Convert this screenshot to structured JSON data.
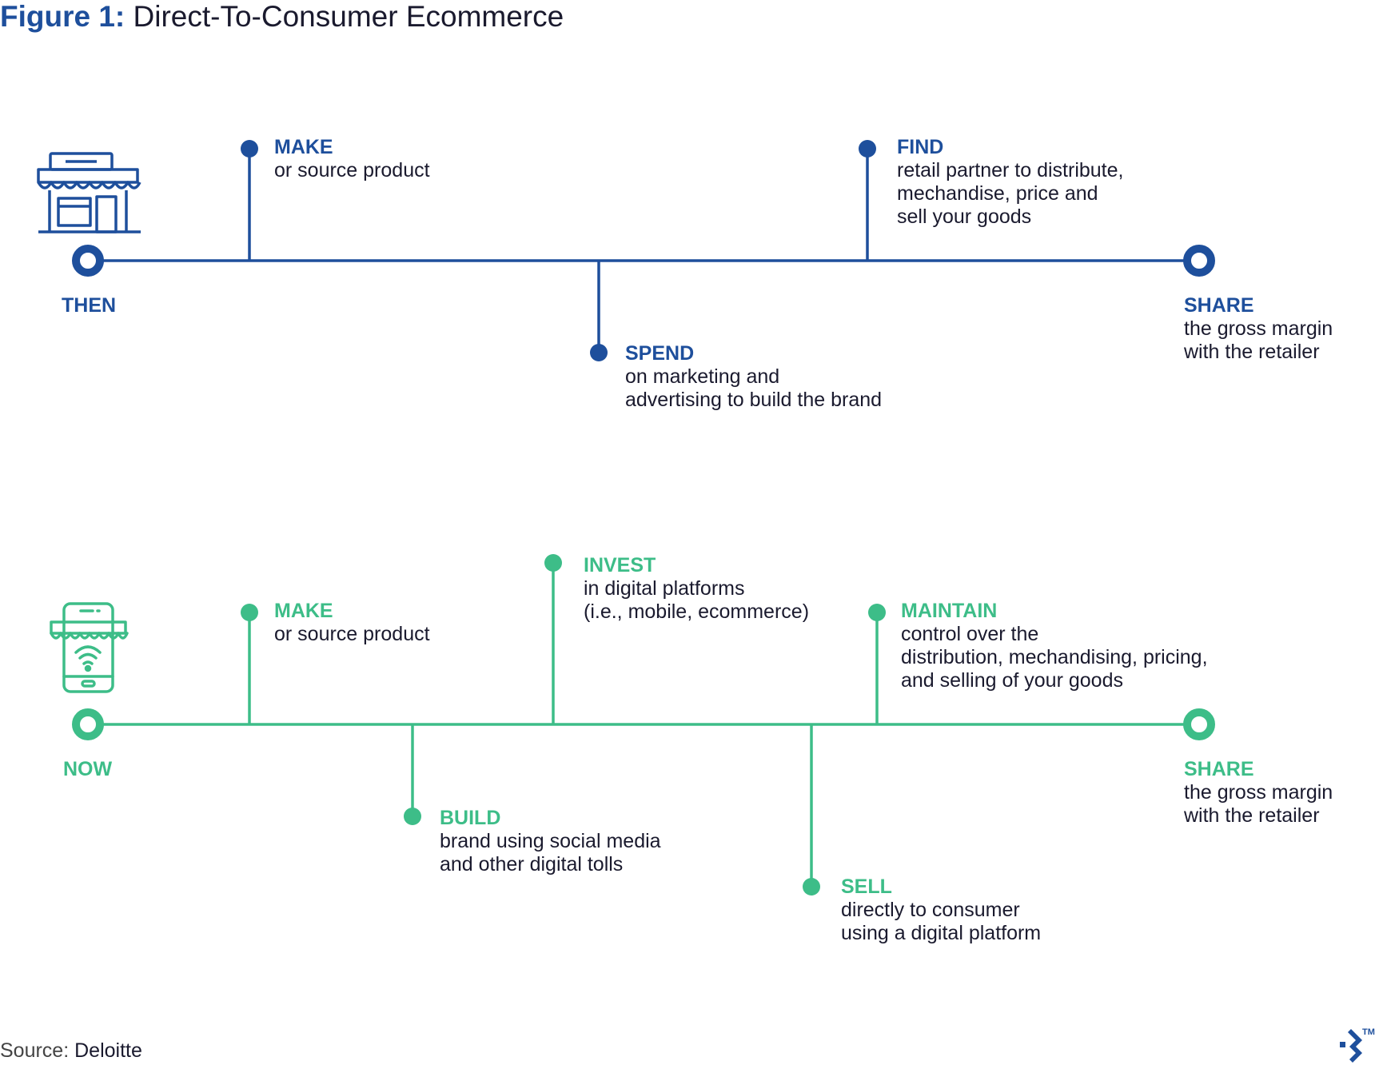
{
  "title": {
    "prefix": "Figure 1:",
    "text": "Direct-To-Consumer Ecommerce"
  },
  "colors": {
    "then": "#1e4f9c",
    "now": "#3dbd88",
    "text": "#1a1a2e"
  },
  "then": {
    "label": "THEN",
    "icon": "storefront-icon",
    "steps": [
      {
        "head": "MAKE",
        "desc": [
          "or source product"
        ]
      },
      {
        "head": "SPEND",
        "desc": [
          "on marketing and",
          "advertising to build the brand"
        ]
      },
      {
        "head": "FIND",
        "desc": [
          "retail partner to distribute,",
          "mechandise, price and",
          "sell your goods"
        ]
      },
      {
        "head": "SHARE",
        "desc": [
          "the gross margin",
          "with the retailer"
        ]
      }
    ]
  },
  "now": {
    "label": "NOW",
    "icon": "mobile-store-icon",
    "steps": [
      {
        "head": "MAKE",
        "desc": [
          "or source product"
        ]
      },
      {
        "head": "BUILD",
        "desc": [
          "brand using social media",
          "and other digital tolls"
        ]
      },
      {
        "head": "INVEST",
        "desc": [
          "in digital platforms",
          "(i.e., mobile, ecommerce)"
        ]
      },
      {
        "head": "SELL",
        "desc": [
          "directly to consumer",
          "using a digital platform"
        ]
      },
      {
        "head": "MAINTAIN",
        "desc": [
          "control over the",
          "distribution, mechandising, pricing,",
          "and selling of your goods"
        ]
      },
      {
        "head": "SHARE",
        "desc": [
          "the gross margin",
          "with the retailer"
        ]
      }
    ]
  },
  "source": {
    "prefix": "Source:",
    "name": "Deloitte"
  },
  "logo": {
    "icon": "toptal-logo-icon",
    "tm": "TM"
  }
}
